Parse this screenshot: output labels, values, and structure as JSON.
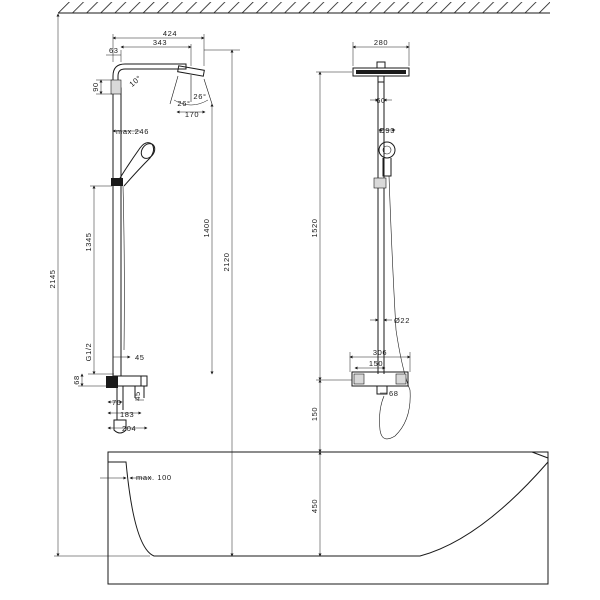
{
  "dimensions": {
    "d424": "424",
    "d343": "343",
    "d63": "63",
    "d10deg": "10°",
    "d90": "90",
    "d26a": "26°",
    "d26b": "26°",
    "d170": "170",
    "dmax246": "max.246",
    "d1345": "1345",
    "d1400": "1400",
    "d2120": "2120",
    "d2145": "2145",
    "dg12": "G1/2",
    "d45a": "45",
    "d68a": "68",
    "d70": "70",
    "d45b": "45",
    "d183": "183",
    "d204": "204",
    "d280": "280",
    "d60": "60",
    "d93": "Ø93",
    "d1520": "1520",
    "d22": "Ø22",
    "d306": "306",
    "d150a": "150",
    "d68b": "68",
    "d150b": "150",
    "d450": "450",
    "dmax100": "max. 100"
  }
}
